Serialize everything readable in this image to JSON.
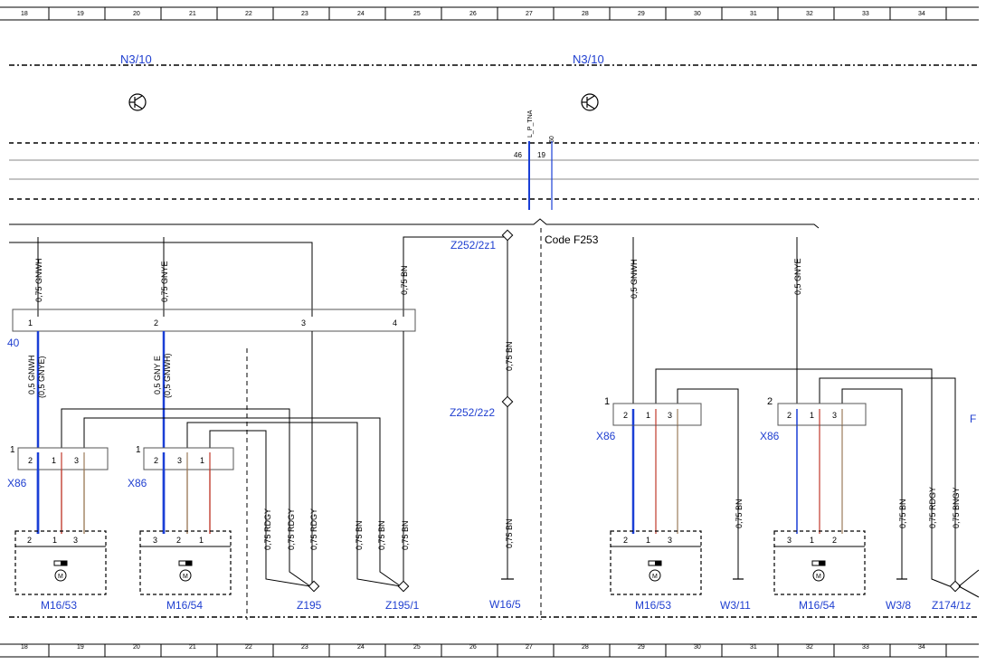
{
  "grid": {
    "columns": [
      "18",
      "19",
      "20",
      "21",
      "22",
      "23",
      "24",
      "25",
      "26",
      "27",
      "28",
      "29",
      "30",
      "31",
      "32",
      "33",
      "34"
    ]
  },
  "labels": {
    "n310_left": "N3/10",
    "n310_right": "N3/10",
    "code": "Code F253",
    "sig_ptna": "L_P_TNA",
    "sig_no": "60",
    "pin46": "46",
    "pin19": "19",
    "z252_2z1": "Z252/2z1",
    "z252_2z2": "Z252/2z2",
    "w_gnwh_l": "0,75 GNWH",
    "w_gnye_l": "0,75 GNYE",
    "w_bn_top": "0,75 BN",
    "w_bn_mid": "0,75 BN",
    "w_gnwh_r": "0,5 GNWH",
    "w_gnye_r": "0,5 GNYE",
    "w_gnwh_alt": "0,5 GNWH",
    "w_gnwh_alt2": "(0,5 GNYE)",
    "w_gnye_alt": "0,5 GNY E",
    "w_gnye_alt2": "(0,5 GNWH)",
    "conn_x86_1": "X86",
    "conn_x86_2": "X86",
    "conn_x86_3": "X86",
    "conn_x86_4": "X86",
    "left_40": "40",
    "m1653_l": "M16/53",
    "m1654_l": "M16/54",
    "m1653_r": "M16/53",
    "m1654_r": "M16/54",
    "z195": "Z195",
    "z195_1": "Z195/1",
    "w16_5": "W16/5",
    "w3_11": "W3/11",
    "w3_8": "W3/8",
    "z174": "Z174/1z",
    "rdgy1": "0,75 RDGY",
    "rdgy2": "0,75 RDGY",
    "rdgy3": "0,75 RDGY",
    "bn1": "0,75 BN",
    "bn2": "0,75 BN",
    "bn3": "0,75 BN",
    "bn4": "0,75 BN",
    "bn5": "0,75 BN",
    "bn6": "0,75 BN",
    "rdgy_r": "0,75 RDGY",
    "bngy_r": "0,75 BNGY",
    "f_edge": "F",
    "motor": "M",
    "p1": "1",
    "p2": "2",
    "p3": "3",
    "p4": "4"
  },
  "colors": {
    "blue": "#1a3fd6",
    "red": "#c0392b",
    "brown": "#9b7b5a",
    "label_blue": "#1f3fd0",
    "line": "#000000",
    "gray": "#888888"
  }
}
